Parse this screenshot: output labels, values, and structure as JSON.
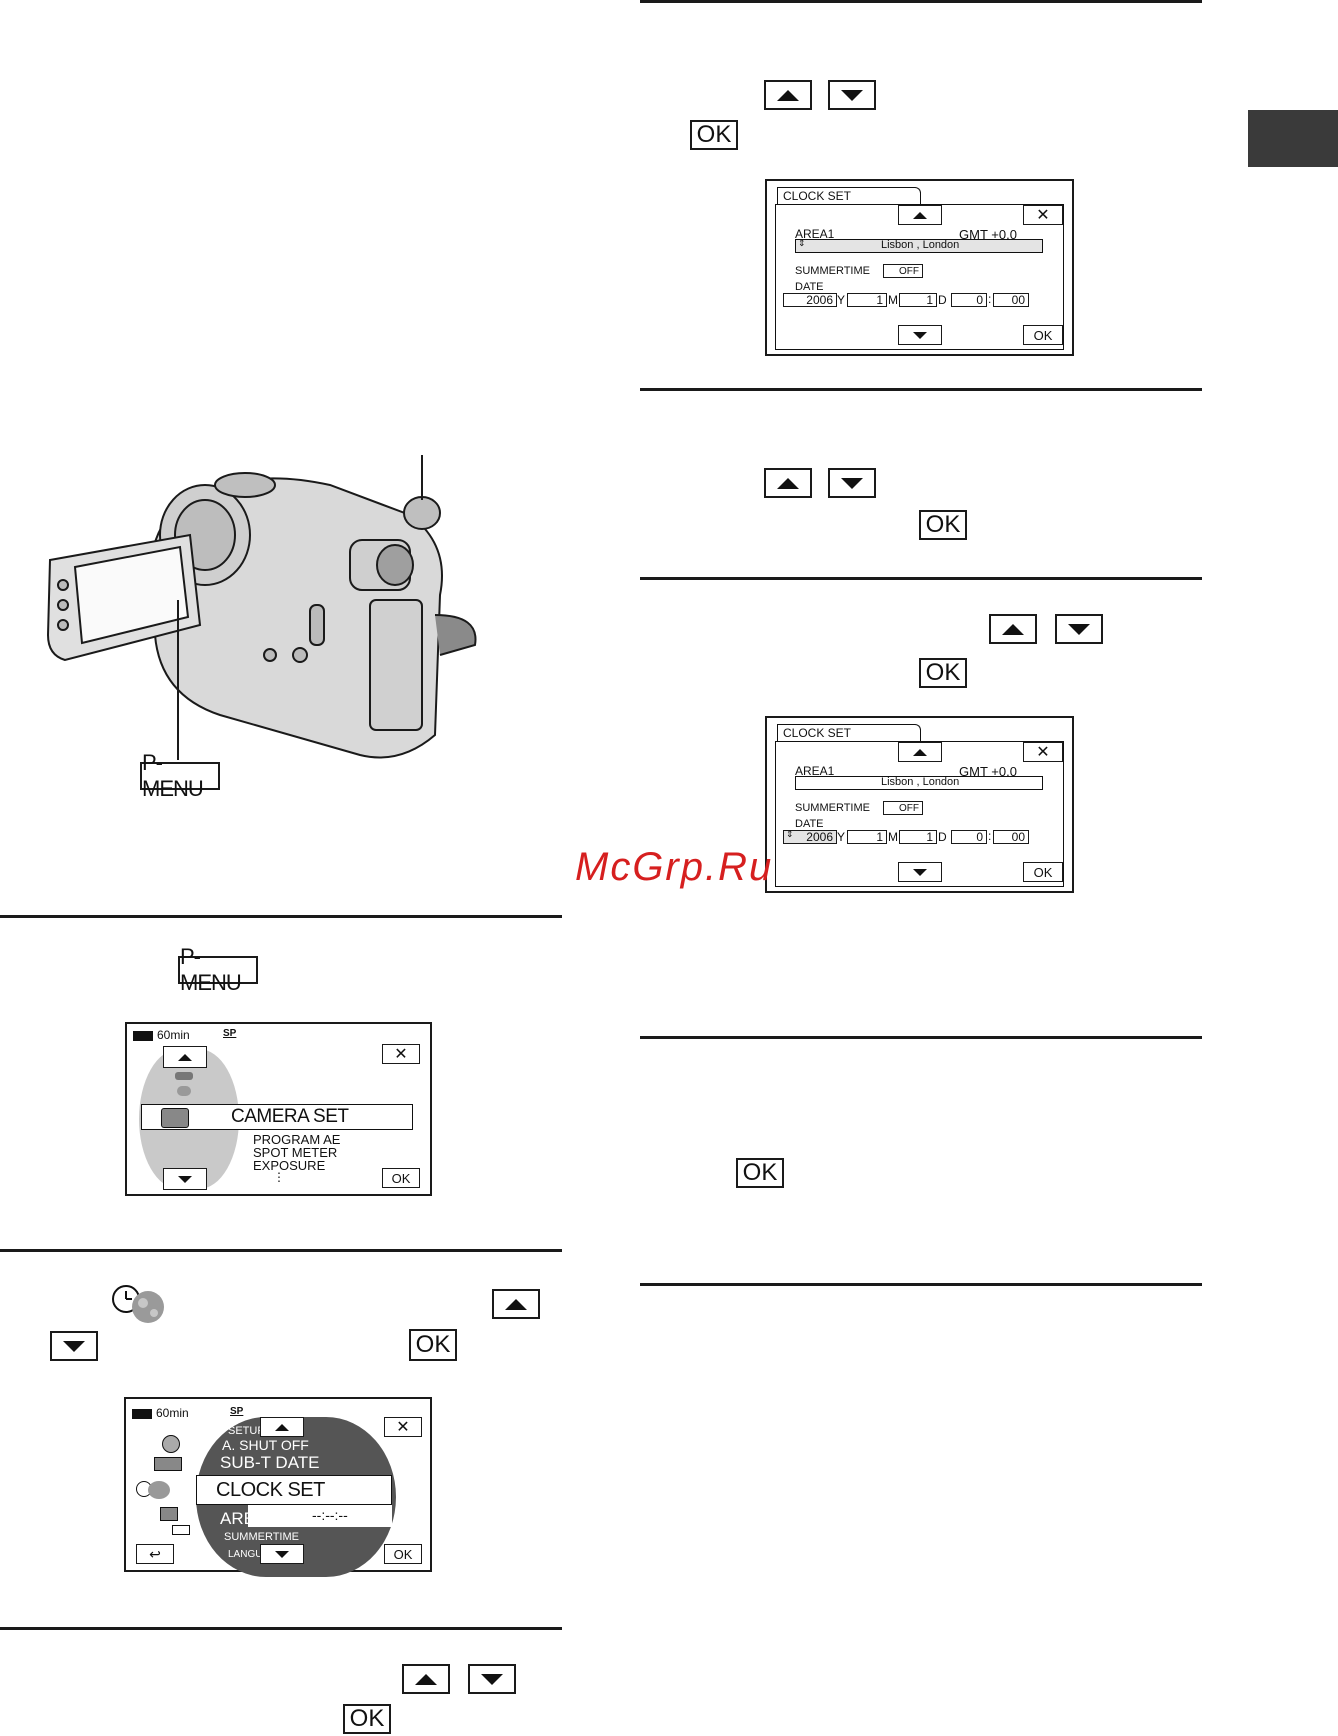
{
  "labels": {
    "up_symbol": "▲",
    "down_symbol": "▼",
    "ok": "OK",
    "pmenu": "P-MENU",
    "close": "✕",
    "back": "↩"
  },
  "watermark": "McGrp.Ru",
  "clock_screen": {
    "tab": "CLOCK SET",
    "area_label": "AREA1",
    "gmt": "GMT +0.0",
    "city": "Lisbon , London",
    "summertime_label": "SUMMERTIME",
    "summertime_value": "OFF",
    "date_label": "DATE",
    "year": "2006",
    "y": "Y",
    "month": "1",
    "m": "M",
    "day": "1",
    "d": "D",
    "hour": "0",
    "colon": ":",
    "minute": "00"
  },
  "camera_menu": {
    "battery": "60min",
    "mode": "SP",
    "selected": "CAMERA SET",
    "items": [
      "PROGRAM AE",
      "SPOT METER",
      "EXPOSURE"
    ],
    "more": "⋮"
  },
  "setup_menu": {
    "battery": "60min",
    "mode": "SP",
    "header": "SETUP DATE",
    "items": [
      "A. SHUT OFF",
      "SUB-T DATE"
    ],
    "selected": "CLOCK SET",
    "area": "ARE",
    "clock_value": "--:--:--",
    "summertime": "SUMMERTIME",
    "language": "LANGU"
  }
}
